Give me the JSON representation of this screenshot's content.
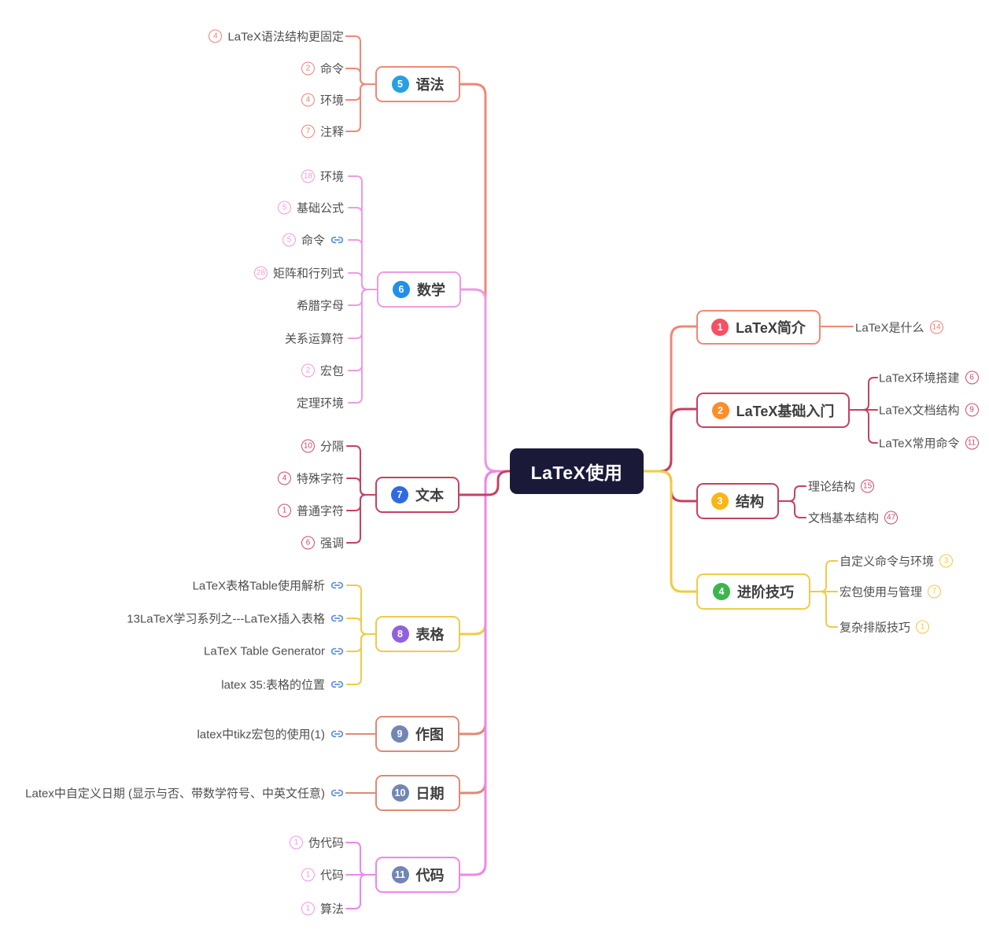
{
  "center": {
    "label": "LaTeX使用"
  },
  "left_branches": [
    {
      "badge": "5",
      "label": "语法",
      "children": [
        {
          "count": "4",
          "label": "LaTeX语法结构更固定"
        },
        {
          "count": "2",
          "label": "命令"
        },
        {
          "count": "4",
          "label": "环境"
        },
        {
          "count": "7",
          "label": "注释"
        }
      ]
    },
    {
      "badge": "6",
      "label": "数学",
      "children": [
        {
          "count": "18",
          "label": "环境"
        },
        {
          "count": "5",
          "label": "基础公式"
        },
        {
          "count": "5",
          "label": "命令",
          "link": true
        },
        {
          "count": "28",
          "label": "矩阵和行列式"
        },
        {
          "label": "希腊字母"
        },
        {
          "label": "关系运算符"
        },
        {
          "count": "2",
          "label": "宏包"
        },
        {
          "label": "定理环境"
        }
      ]
    },
    {
      "badge": "7",
      "label": "文本",
      "children": [
        {
          "count": "10",
          "label": "分隔"
        },
        {
          "count": "4",
          "label": "特殊字符"
        },
        {
          "count": "1",
          "label": "普通字符"
        },
        {
          "count": "6",
          "label": "强调"
        }
      ]
    },
    {
      "badge": "8",
      "label": "表格",
      "children": [
        {
          "label": "LaTeX表格Table使用解析",
          "link": true
        },
        {
          "label": "13LaTeX学习系列之---LaTeX插入表格",
          "link": true
        },
        {
          "label": "LaTeX Table Generator",
          "link": true
        },
        {
          "label": "latex 35:表格的位置",
          "link": true
        }
      ]
    },
    {
      "badge": "9",
      "label": "作图",
      "children": [
        {
          "label": "latex中tikz宏包的使用(1)",
          "link": true
        }
      ]
    },
    {
      "badge": "10",
      "label": "日期",
      "children": [
        {
          "label": "Latex中自定义日期 (显示与否、带数学符号、中英文任意)",
          "link": true
        }
      ]
    },
    {
      "badge": "11",
      "label": "代码",
      "children": [
        {
          "count": "1",
          "label": "伪代码"
        },
        {
          "count": "1",
          "label": "代码"
        },
        {
          "count": "1",
          "label": "算法"
        }
      ]
    }
  ],
  "right_branches": [
    {
      "badge": "1",
      "label": "LaTeX简介",
      "children": [
        {
          "label": "LaTeX是什么",
          "count": "14"
        }
      ]
    },
    {
      "badge": "2",
      "label": "LaTeX基础入门",
      "children": [
        {
          "label": "LaTeX环境搭建",
          "count": "6"
        },
        {
          "label": "LaTeX文档结构",
          "count": "9"
        },
        {
          "label": "LaTeX常用命令",
          "count": "11"
        }
      ]
    },
    {
      "badge": "3",
      "label": "结构",
      "children": [
        {
          "label": "理论结构",
          "count": "15"
        },
        {
          "label": "文档基本结构",
          "count": "47"
        }
      ]
    },
    {
      "badge": "4",
      "label": "进阶技巧",
      "children": [
        {
          "label": "自定义命令与环境",
          "count": "3"
        },
        {
          "label": "宏包使用与管理",
          "count": "7"
        },
        {
          "label": "复杂排版技巧",
          "count": "1"
        }
      ]
    }
  ],
  "icons": {
    "link": "chain-link"
  },
  "colors": {
    "branch_salmon": "#ef8876",
    "branch_plum": "#eb9ce2",
    "branch_crimson": "#c4425f",
    "branch_yellow": "#f0cb45",
    "branch_salmon_muted": "#df8a74",
    "branch_violet": "#ee86ec",
    "badge_blue_syntax": "#27a0e2",
    "badge_blue_math": "#2191e8",
    "badge_blue_text": "#2f6ae3",
    "badge_purple_table": "#9061dd",
    "badge_slate": "#7286b4",
    "badge_red": "#f74f63",
    "badge_orange": "#fa8e29",
    "badge_amber": "#fbb615",
    "badge_green": "#3cb54d",
    "link_blue": "#6092d8",
    "center_background": "#1a1a38",
    "label_text": "#3e3e3e",
    "item_text": "#4f4f4f"
  }
}
